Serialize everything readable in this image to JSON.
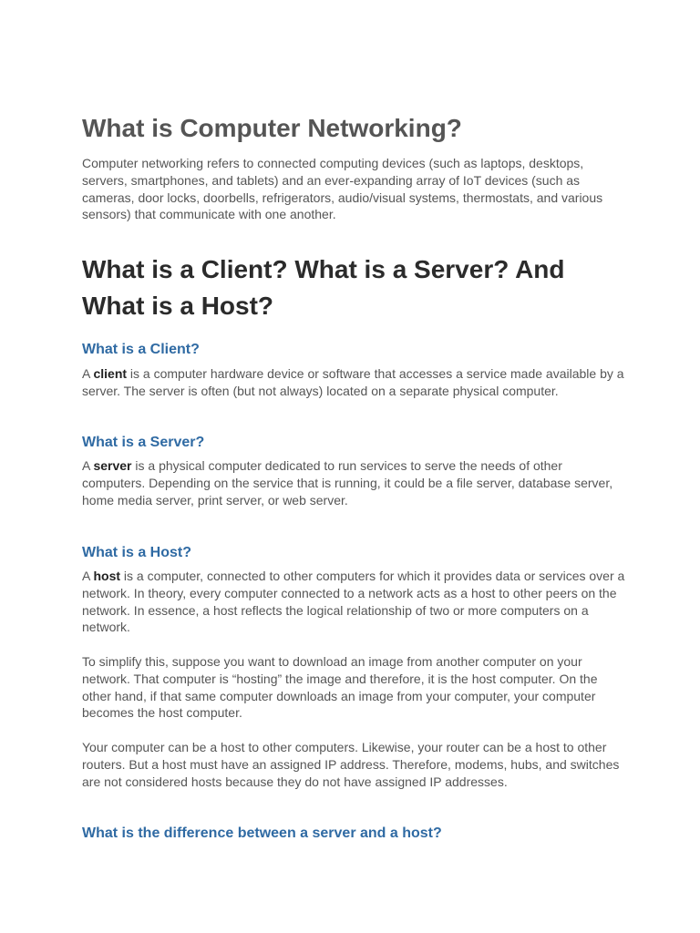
{
  "doc": {
    "title": "What is Computer Networking?",
    "intro": "Computer networking refers to connected computing devices (such as laptops, desktops, servers, smartphones, and tablets) and an ever-expanding array of IoT devices (such as cameras, door locks, doorbells, refrigerators, audio/visual systems, thermostats, and various sensors) that communicate with one another.",
    "section_title": "What is a Client? What is a Server? And What is a Host?",
    "client": {
      "heading": "What is a Client?",
      "lead": "A ",
      "term": "client",
      "rest": " is a computer hardware device or software that accesses a service made available by a server. The server is often (but not always) located on a separate physical computer."
    },
    "server": {
      "heading": "What is a Server?",
      "lead": "A ",
      "term": "server",
      "rest": " is a physical computer dedicated to run services to serve the needs of other computers. Depending on the service that is running, it could be a file server, database server, home media server, print server, or web server."
    },
    "host": {
      "heading": "What is a Host?",
      "lead": "A ",
      "term": "host",
      "rest": " is a computer, connected to other computers for which it provides data or services over a network. In theory, every computer connected to a network acts as a host to other peers on the network. In essence, a host reflects the logical relationship of two or more computers on a network.",
      "para2": "To simplify this, suppose you want to download an image from another computer on your network. That computer is “hosting” the image and therefore, it is the host computer. On the other hand, if that same computer downloads an image from your computer, your computer becomes the host computer.",
      "para3": "Your computer can be a host to other computers. Likewise, your router can be a host to other routers. But a host must have an assigned IP address. Therefore, modems, hubs, and switches are not considered hosts because they do not have assigned IP addresses."
    },
    "difference": {
      "heading": "What is the difference between a server and a host?"
    }
  }
}
